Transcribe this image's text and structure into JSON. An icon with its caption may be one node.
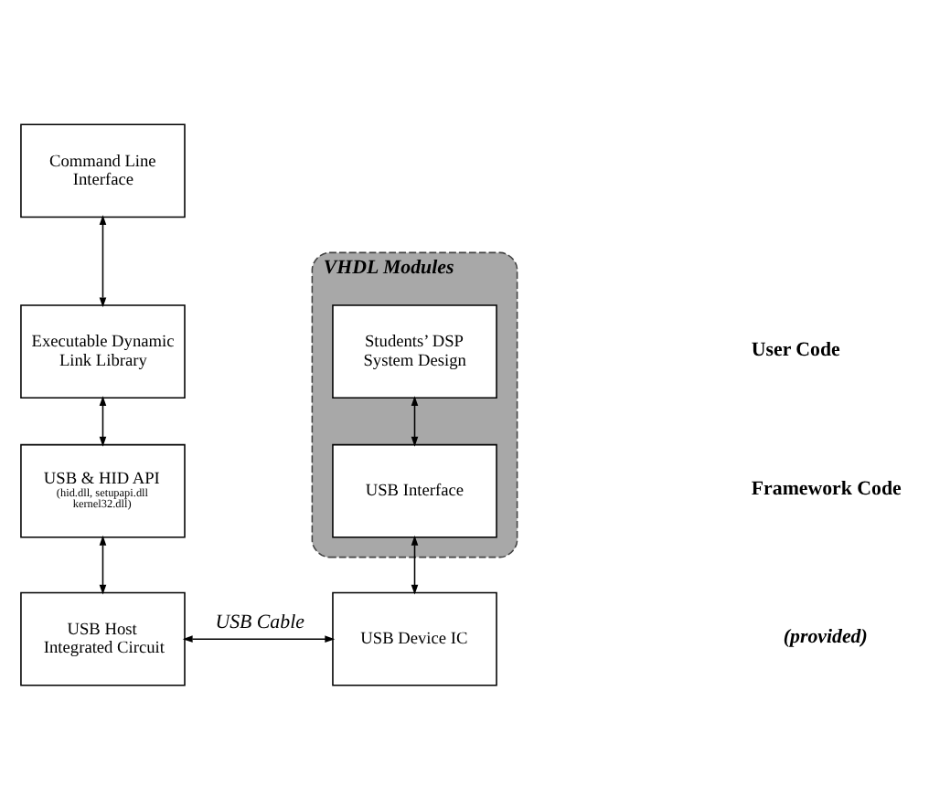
{
  "diagram": {
    "nodes": [
      {
        "text": [
          "Command Line Interface"
        ]
      },
      {
        "text": [
          "Executable Dynamic Link Library"
        ]
      },
      {
        "text": [
          "USB & HID API",
          "(hid.dll, setupapi.dll kernel32.dll)"
        ]
      },
      {
        "text": [
          "USB Host Integrated Circuit"
        ]
      },
      {
        "text": [
          "VHDL Modules"
        ]
      },
      {
        "text": [
          "Students’ DSP System Design"
        ],
        "in": 4
      },
      {
        "text": [
          "USB Interface"
        ],
        "in": 4
      },
      {
        "text": [
          "USB Device IC"
        ]
      }
    ],
    "edges": [
      {
        "from": 0,
        "to": 1,
        "arrow": "both"
      },
      {
        "from": 1,
        "to": 2,
        "arrow": "both"
      },
      {
        "from": 2,
        "to": 3,
        "arrow": "both"
      },
      {
        "from": 5,
        "to": 6,
        "arrow": "both"
      },
      {
        "from": 6,
        "to": 7,
        "arrow": "both"
      },
      {
        "from": 3,
        "to": 7,
        "arrow": "both",
        "label": "USB Cable"
      }
    ],
    "labels": [
      "User Code",
      "Framework Code",
      "(provided)"
    ]
  }
}
